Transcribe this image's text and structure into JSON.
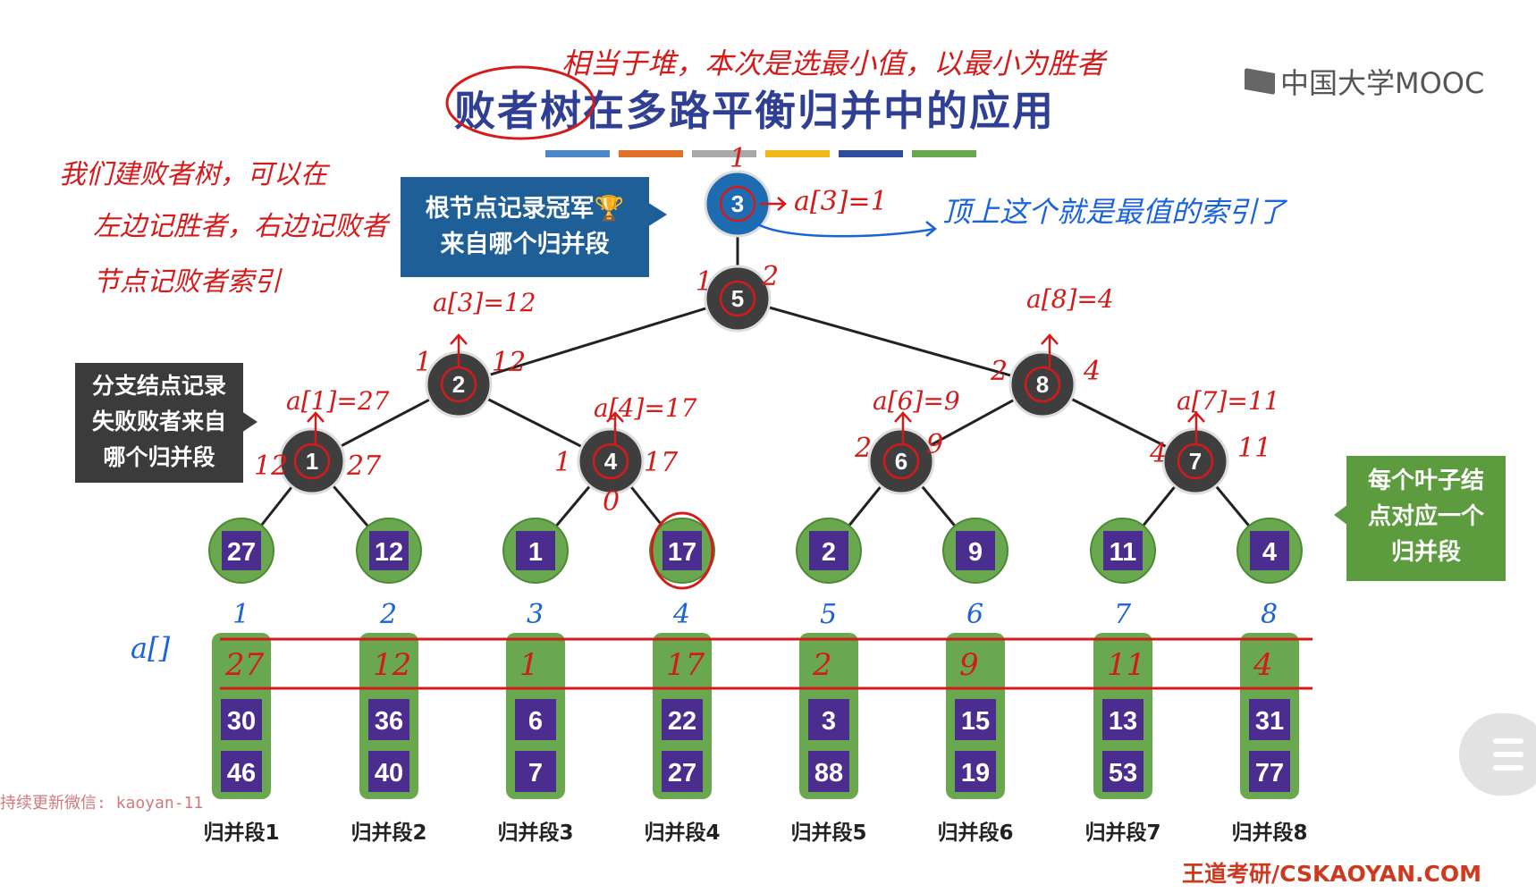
{
  "title": "败者树在多路平衡归并中的应用",
  "logo": "中国大学MOOC",
  "footer": "王道考研/CSKAOYAN.COM",
  "watermark": "持续更新微信: kaoyan-11",
  "colors": {
    "title": "#2f3f93",
    "internal_node": "#3e3e3e",
    "root_node": "#1d6bb0",
    "leaf": "#6aa84f",
    "leaf_value": "#4b2d8f",
    "annotation_red": "#d41a1a",
    "annotation_blue": "#1a63d9",
    "title_bars": [
      "#4a86c8",
      "#e0702a",
      "#a9a9a9",
      "#f2b719",
      "#2f4d9c",
      "#6aa84f"
    ]
  },
  "callouts": {
    "root": "根节点记录冠军🏆\n来自哪个归并段",
    "branch": "分支结点记录\n失败败者来自\n哪个归并段",
    "leaf": "每个叶子结\n点对应一个\n归并段"
  },
  "tree": {
    "root": "3",
    "internal": [
      "5",
      "2",
      "8",
      "1",
      "4",
      "6",
      "7"
    ],
    "leaves": [
      "27",
      "12",
      "1",
      "17",
      "2",
      "9",
      "11",
      "4"
    ]
  },
  "segments": [
    {
      "label": "归并段1",
      "values": [
        "30",
        "46"
      ]
    },
    {
      "label": "归并段2",
      "values": [
        "36",
        "40"
      ]
    },
    {
      "label": "归并段3",
      "values": [
        "6",
        "7"
      ]
    },
    {
      "label": "归并段4",
      "values": [
        "22",
        "27"
      ]
    },
    {
      "label": "归并段5",
      "values": [
        "3",
        "88"
      ]
    },
    {
      "label": "归并段6",
      "values": [
        "15",
        "19"
      ]
    },
    {
      "label": "归并段7",
      "values": [
        "13",
        "53"
      ]
    },
    {
      "label": "归并段8",
      "values": [
        "31",
        "77"
      ]
    }
  ],
  "handwriting": {
    "top_note": "相当于堆，本次是选最小值，以最小为胜者",
    "left_note_1": "我们建败者树，可以在",
    "left_note_2": "左边记胜者，右边记败者",
    "left_note_3": "节点记败者索引",
    "root_annotation": "a[3]=1",
    "root_note": "顶上这个就是最值的索引了",
    "node_annotations": [
      "a[3]=12",
      "a[8]=4",
      "a[1]=27",
      "a[4]=17",
      "a[6]=9",
      "a[7]=11"
    ],
    "edge_numbers": [
      "1",
      "1",
      "2",
      "1",
      "12",
      "2",
      "4",
      "12",
      "27",
      "1",
      "17",
      "2",
      "9",
      "4",
      "11",
      "0"
    ],
    "array_label": "a[]",
    "indices": [
      "1",
      "2",
      "3",
      "4",
      "5",
      "6",
      "7",
      "8"
    ],
    "array_values": [
      "27",
      "12",
      "1",
      "17",
      "2",
      "9",
      "11",
      "4"
    ]
  }
}
